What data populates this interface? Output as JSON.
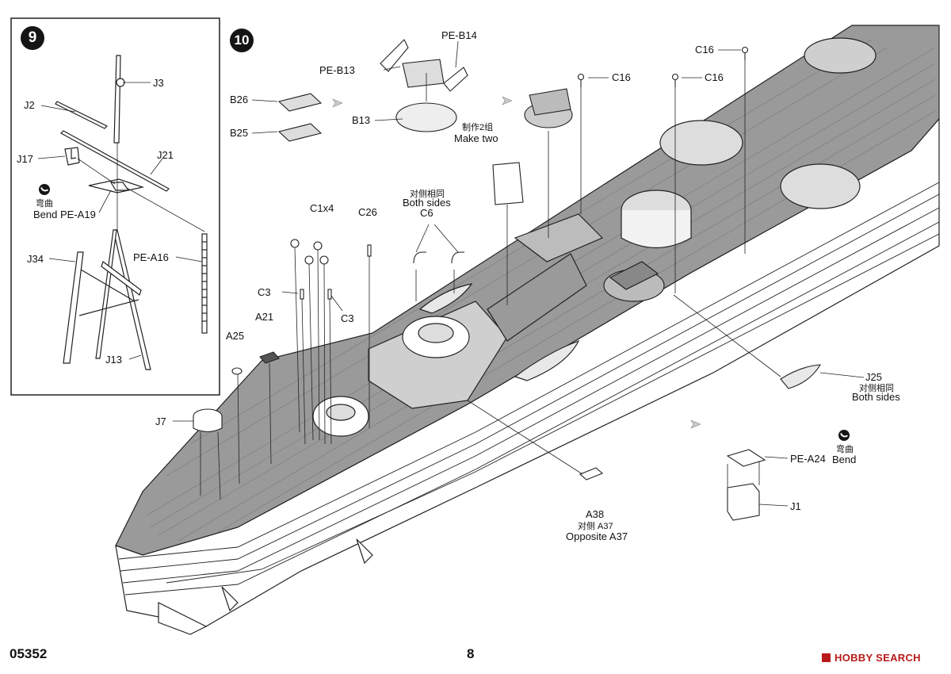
{
  "step9": {
    "number": "9",
    "parts": {
      "j3": "J3",
      "j2": "J2",
      "j17": "J17",
      "j21": "J21",
      "bend_cn": "弯曲",
      "bend_en": "Bend",
      "pe_a19": "PE-A19",
      "j34": "J34",
      "pe_a16": "PE-A16",
      "j13": "J13"
    }
  },
  "step10": {
    "number": "10",
    "parts": {
      "pe_b14": "PE-B14",
      "pe_b13": "PE-B13",
      "b13": "B13",
      "make_two_cn": "制作2组",
      "make_two_en": "Make two",
      "b26": "B26",
      "b25": "B25",
      "c16_a": "C16",
      "c16_b": "C16",
      "c16_c": "C16",
      "both_sides_cn": "对侧相同",
      "both_sides_en": "Both sides",
      "c6": "C6",
      "c1x4": "C1x4",
      "c26": "C26",
      "c3_a": "C3",
      "c3_b": "C3",
      "a21": "A21",
      "a25": "A25",
      "j7": "J7",
      "j25": "J25",
      "j25_both_cn": "对侧相同",
      "j25_both_en": "Both sides",
      "a38": "A38",
      "a38_opp_cn": "对侧 A37",
      "a38_opp_en": "Opposite A37",
      "bend_cn": "弯曲",
      "bend_en": "Bend",
      "pe_a24": "PE-A24",
      "j1": "J1"
    }
  },
  "footer": {
    "product_code": "05352",
    "page_number": "8",
    "brand": "HOBBY SEARCH"
  }
}
